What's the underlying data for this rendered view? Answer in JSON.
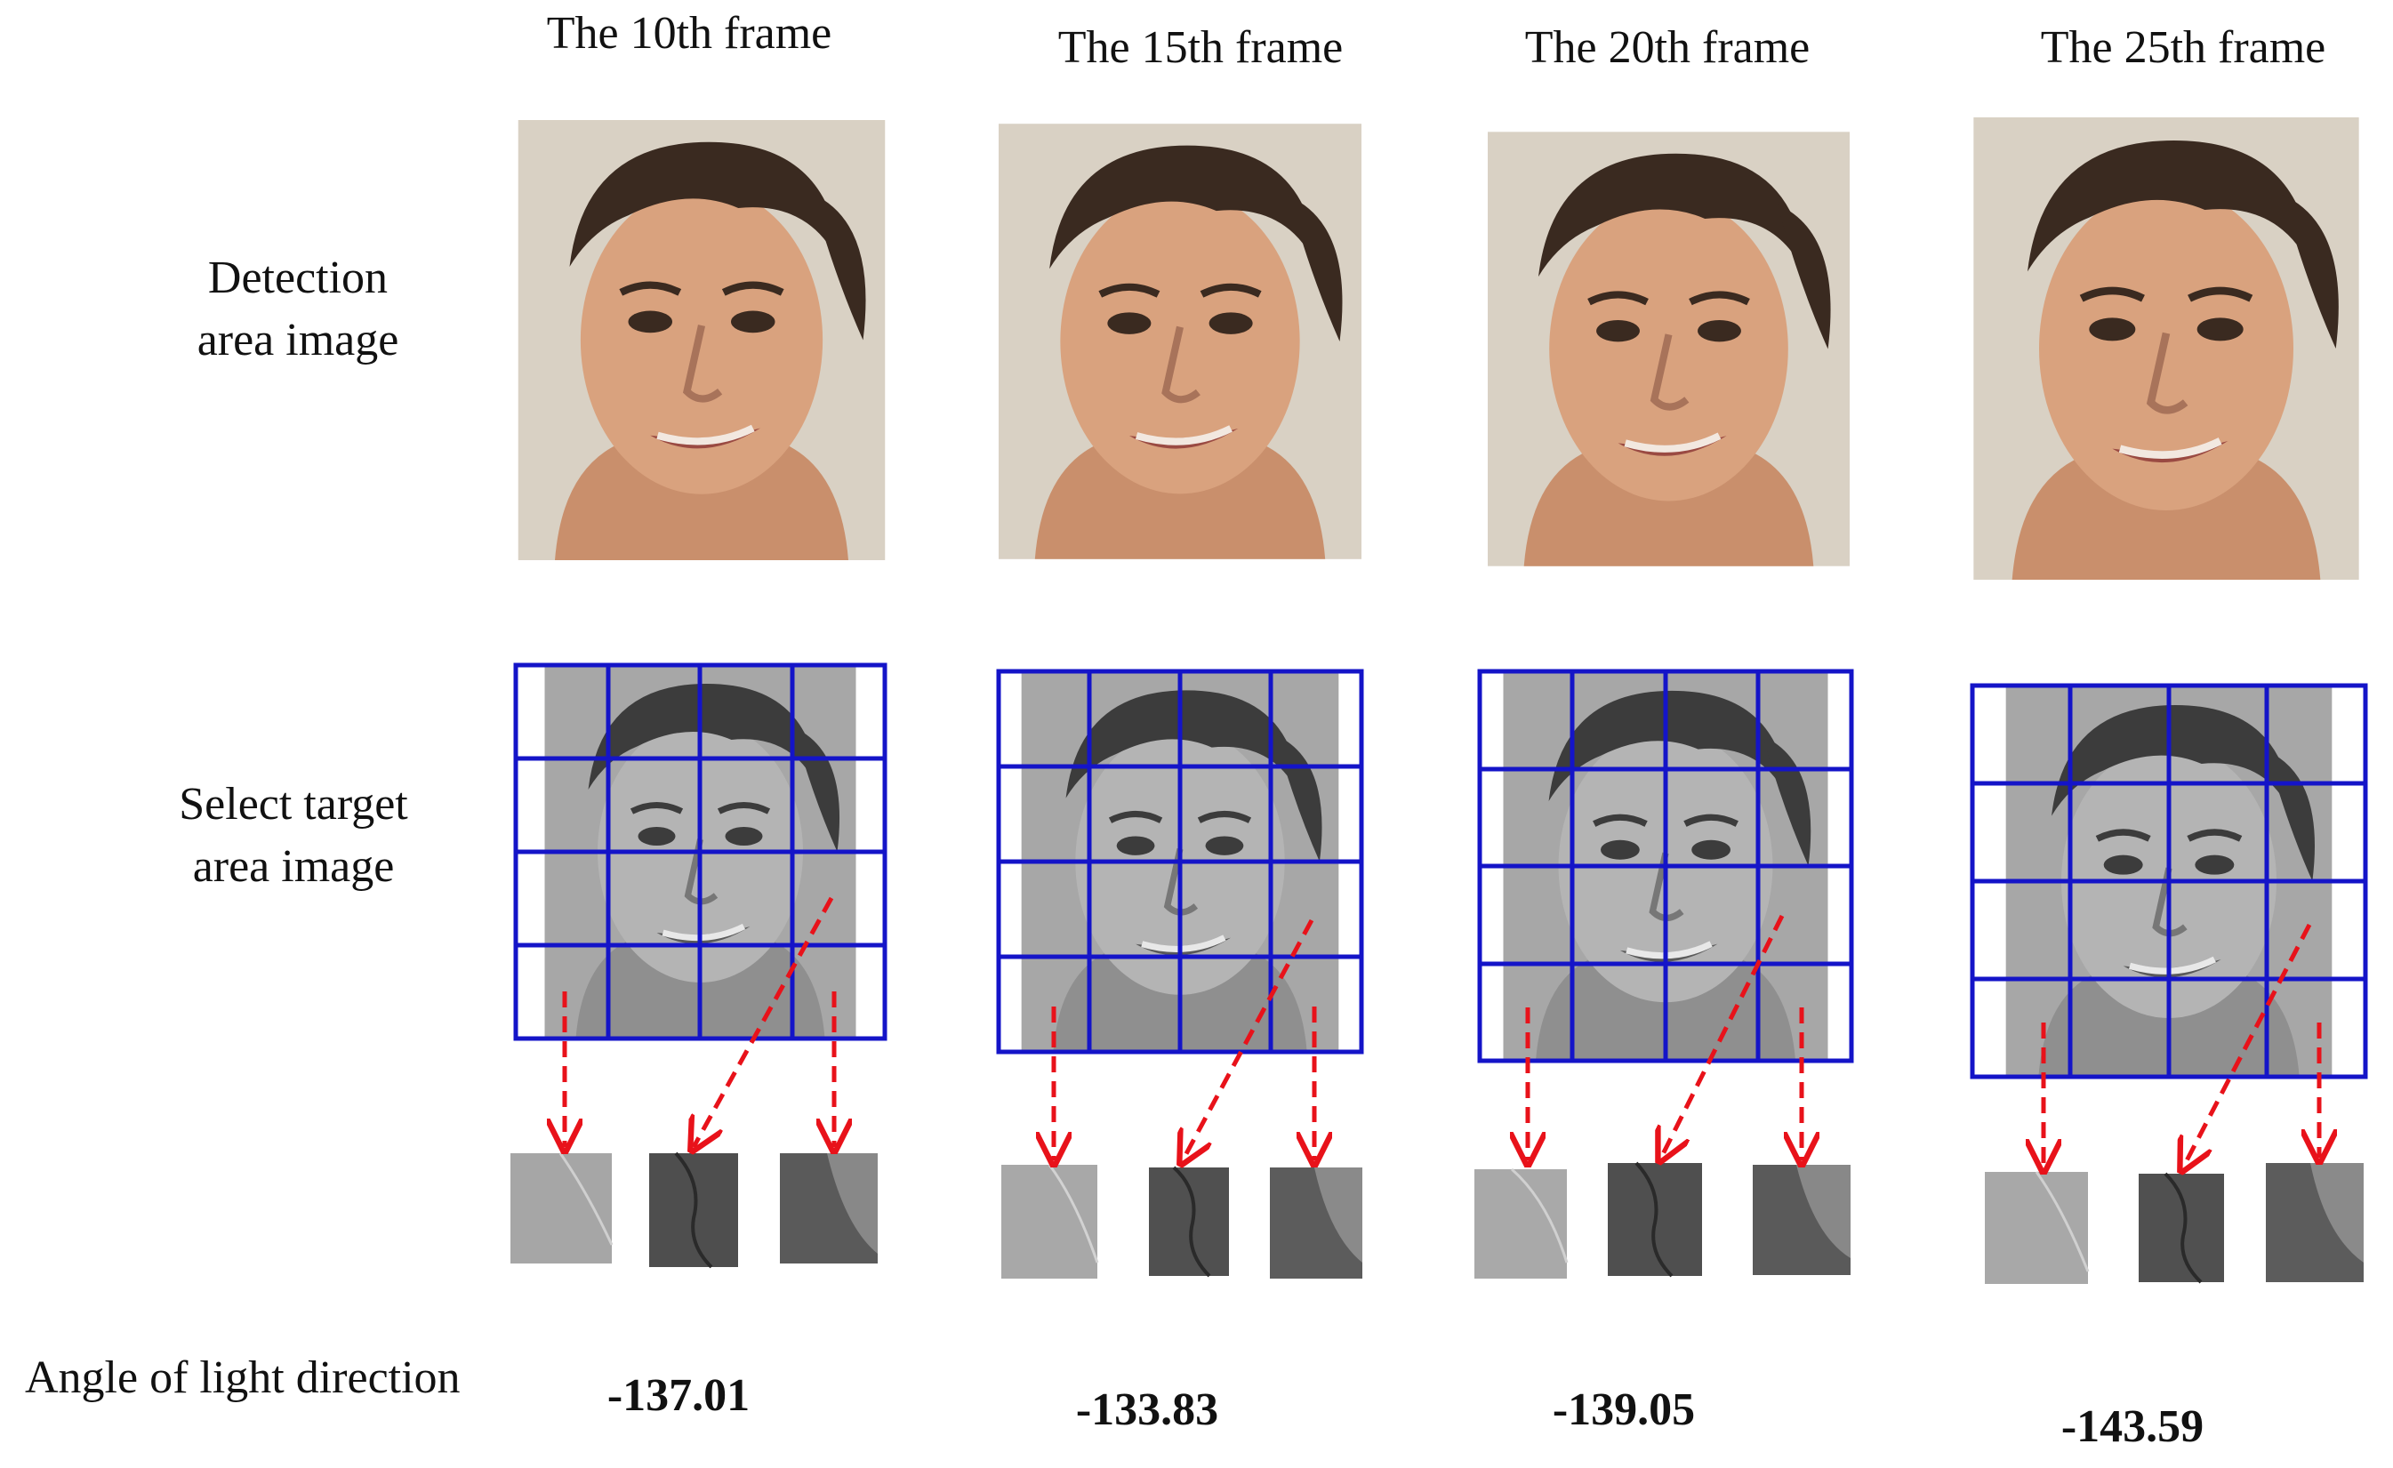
{
  "row_labels": {
    "detection_line1": "Detection",
    "detection_line2": "area image",
    "target_line1": "Select target",
    "target_line2": "area image",
    "angle": "Angle of light direction"
  },
  "frames": [
    {
      "title": "The 10th frame",
      "angle": "-137.01"
    },
    {
      "title": "The 15th frame",
      "angle": "-133.83"
    },
    {
      "title": "The 20th frame",
      "angle": "-139.05"
    },
    {
      "title": "The 25th frame",
      "angle": "-143.59"
    }
  ],
  "colors": {
    "grid": "#1414c8",
    "arrow": "#e8121a",
    "background_wall": "#d9d1c4",
    "skin": "#d9a27e",
    "hair": "#3a2a20"
  },
  "icons": [
    "face-photo-icon",
    "grid-overlay-icon",
    "patch-icon",
    "arrow-icon"
  ]
}
